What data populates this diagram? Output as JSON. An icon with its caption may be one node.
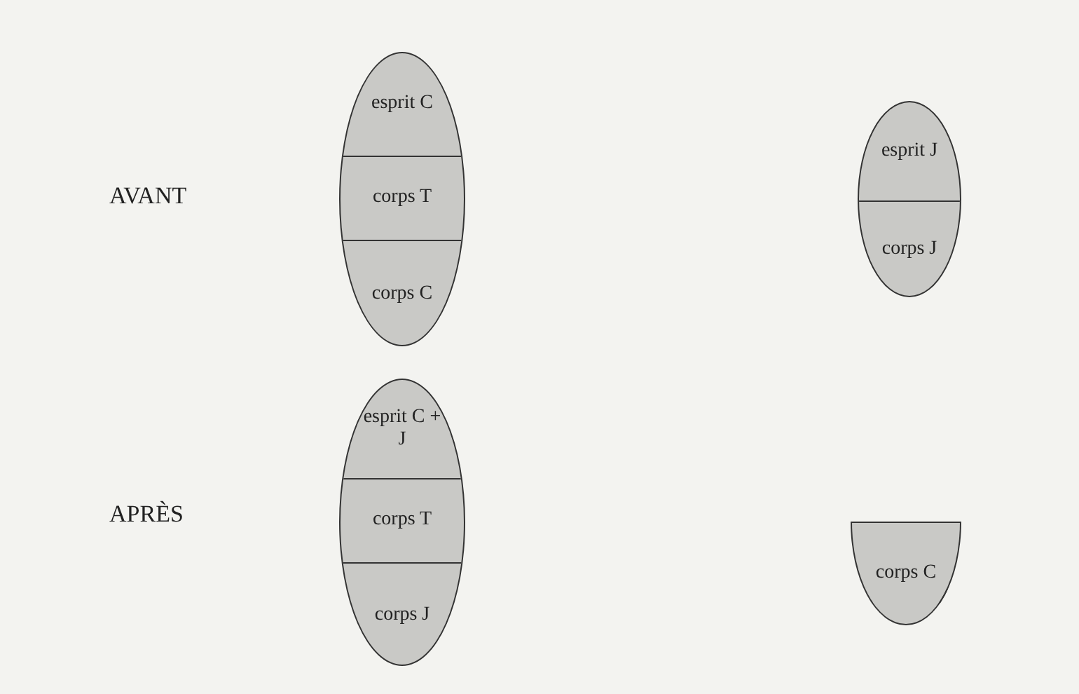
{
  "diagram": {
    "nodes": [
      {
        "text": [],
        "shape": "ellipse"
      },
      {
        "text": [
          "esprit C"
        ],
        "in": 0
      },
      {
        "text": [
          "corps T"
        ],
        "in": 0
      },
      {
        "text": [
          "corps C"
        ],
        "in": 0
      },
      {
        "text": [],
        "shape": "ellipse"
      },
      {
        "text": [
          "esprit J"
        ],
        "in": 4
      },
      {
        "text": [
          "corps J"
        ],
        "in": 4
      },
      {
        "text": [],
        "shape": "ellipse"
      },
      {
        "text": [
          "esprit C + J"
        ],
        "in": 7
      },
      {
        "text": [
          "corps T"
        ],
        "in": 7
      },
      {
        "text": [
          "corps J"
        ],
        "in": 7
      },
      {
        "text": [
          "corps C"
        ]
      }
    ],
    "labels": [
      "AVANT",
      "APRÈS"
    ]
  }
}
